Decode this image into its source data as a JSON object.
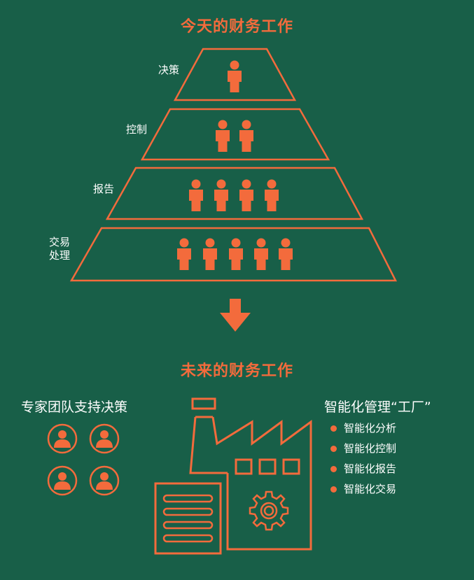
{
  "top_title": "今天的财务工作",
  "levels": [
    {
      "label": "决策",
      "people": 1
    },
    {
      "label": "控制",
      "people": 2
    },
    {
      "label": "报告",
      "people": 4
    },
    {
      "label": "交易\n处理",
      "people": 5
    }
  ],
  "bottom_title": "未来的财务工作",
  "expert_title": "专家团队支持决策",
  "factory_title": "智能化管理“工厂”",
  "factory_items": [
    "智能化分析",
    "智能化控制",
    "智能化报告",
    "智能化交易"
  ],
  "colors": {
    "background": "#185f48",
    "accent": "#f36b3c",
    "text": "#ffffff"
  },
  "icons": [
    "person-icon",
    "down-arrow-icon",
    "expert-avatar-icon",
    "factory-icon",
    "gear-icon",
    "document-icon"
  ]
}
